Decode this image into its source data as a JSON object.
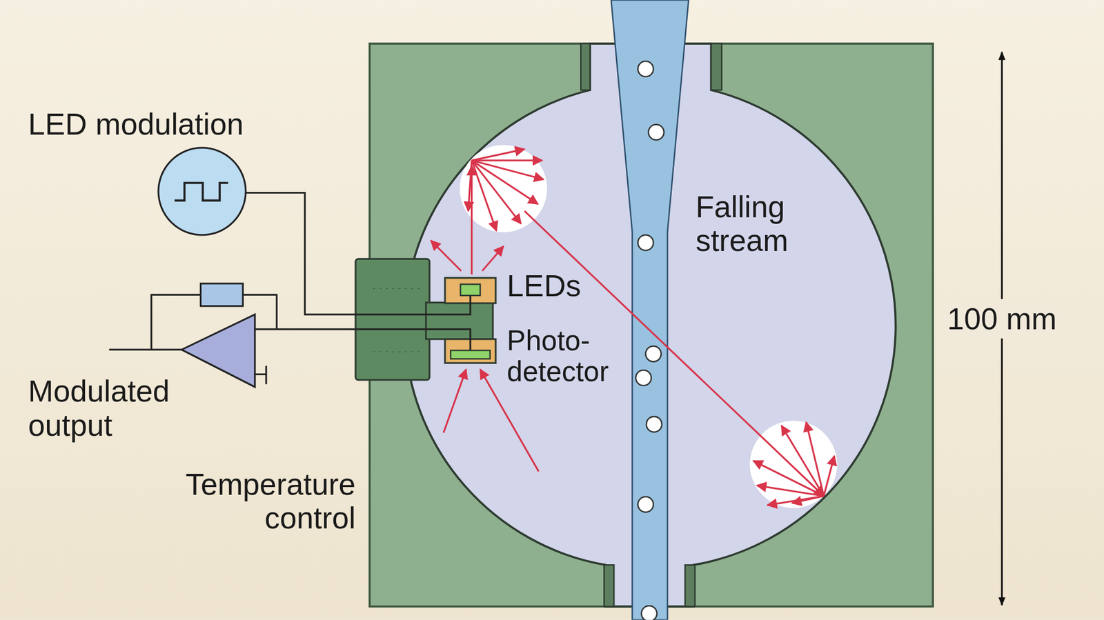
{
  "diagram": {
    "labels": [
      "LED modulation",
      "Modulated output",
      "Temperature control",
      "LEDs",
      "Photo- detector",
      "Falling stream",
      "100 mm"
    ]
  }
}
